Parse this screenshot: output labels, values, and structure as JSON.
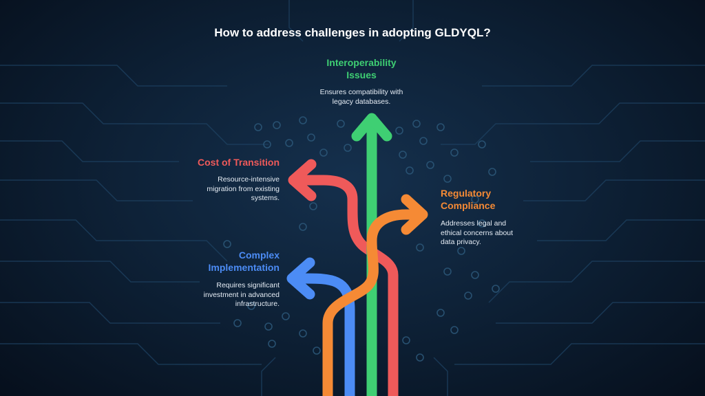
{
  "title": "How to address challenges in adopting GLDYQL?",
  "colors": {
    "background": "#0d1f33",
    "green": "#3fcf73",
    "red": "#ef5a5a",
    "orange": "#f58a35",
    "blue": "#4c8cf5",
    "circuit": "#2b5677"
  },
  "challenges": [
    {
      "id": "interoperability",
      "heading_lines": [
        "Interoperability",
        "Issues"
      ],
      "description_lines": [
        "Ensures compatibility with",
        "legacy databases."
      ],
      "color": "#3fcf73",
      "arrow_direction": "up"
    },
    {
      "id": "cost",
      "heading_lines": [
        "Cost of Transition"
      ],
      "description_lines": [
        "Resource-intensive",
        "migration from existing",
        "systems."
      ],
      "color": "#ef5a5a",
      "arrow_direction": "left"
    },
    {
      "id": "regulatory",
      "heading_lines": [
        "Regulatory",
        "Compliance"
      ],
      "description_lines": [
        "Addresses legal and",
        "ethical concerns about",
        "data privacy."
      ],
      "color": "#f58a35",
      "arrow_direction": "right"
    },
    {
      "id": "complex",
      "heading_lines": [
        "Complex",
        "Implementation"
      ],
      "description_lines": [
        "Requires significant",
        "investment in advanced",
        "infrastructure."
      ],
      "color": "#4c8cf5",
      "arrow_direction": "left"
    }
  ]
}
